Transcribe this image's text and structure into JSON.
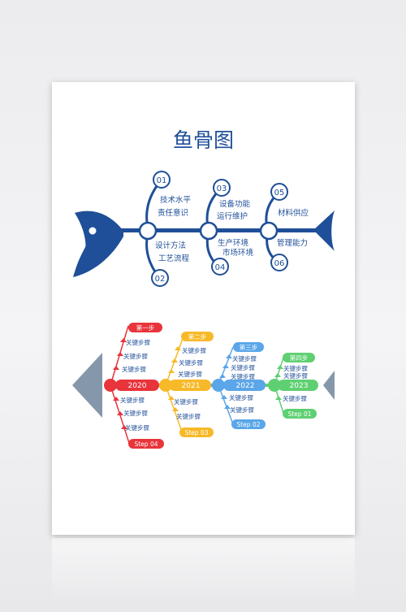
{
  "title": "鱼骨图",
  "colors": {
    "navy": "#1f4f98",
    "red": "#e8343b",
    "yellow": "#f6b928",
    "blue": "#5aa6e8",
    "green": "#5fd072",
    "gray": "#8597ab"
  },
  "fish1": {
    "numbers": [
      "01",
      "02",
      "03",
      "04",
      "05",
      "06"
    ],
    "labels": [
      "技术水平",
      "责任意识",
      "设计方法",
      "工艺流程",
      "设备功能",
      "运行维护",
      "生产环境",
      "市场环境",
      "材料供应",
      "管理能力"
    ]
  },
  "fish2": {
    "groups": [
      {
        "year": "2020",
        "step": "第一步",
        "bottom": "Step 04",
        "top_items": [
          "关键步骤",
          "关键步骤",
          "关键步骤"
        ],
        "bottom_items": [
          "关键步骤",
          "关键步骤",
          "关键步骤"
        ]
      },
      {
        "year": "2021",
        "step": "第二步",
        "bottom": "Step 03",
        "top_items": [
          "关键步骤",
          "关键步骤",
          "关键步骤"
        ],
        "bottom_items": [
          "关键步骤",
          "关键步骤"
        ]
      },
      {
        "year": "2022",
        "step": "第三步",
        "bottom": "Step 02",
        "top_items": [
          "关键步骤",
          "关键步骤",
          "关键步骤"
        ],
        "bottom_items": [
          "关键步骤",
          "关键步骤"
        ]
      },
      {
        "year": "2023",
        "step": "第四步",
        "bottom": "Step 01",
        "top_items": [
          "关键步骤",
          "关键步骤"
        ],
        "bottom_items": [
          "关键步骤"
        ]
      }
    ]
  }
}
